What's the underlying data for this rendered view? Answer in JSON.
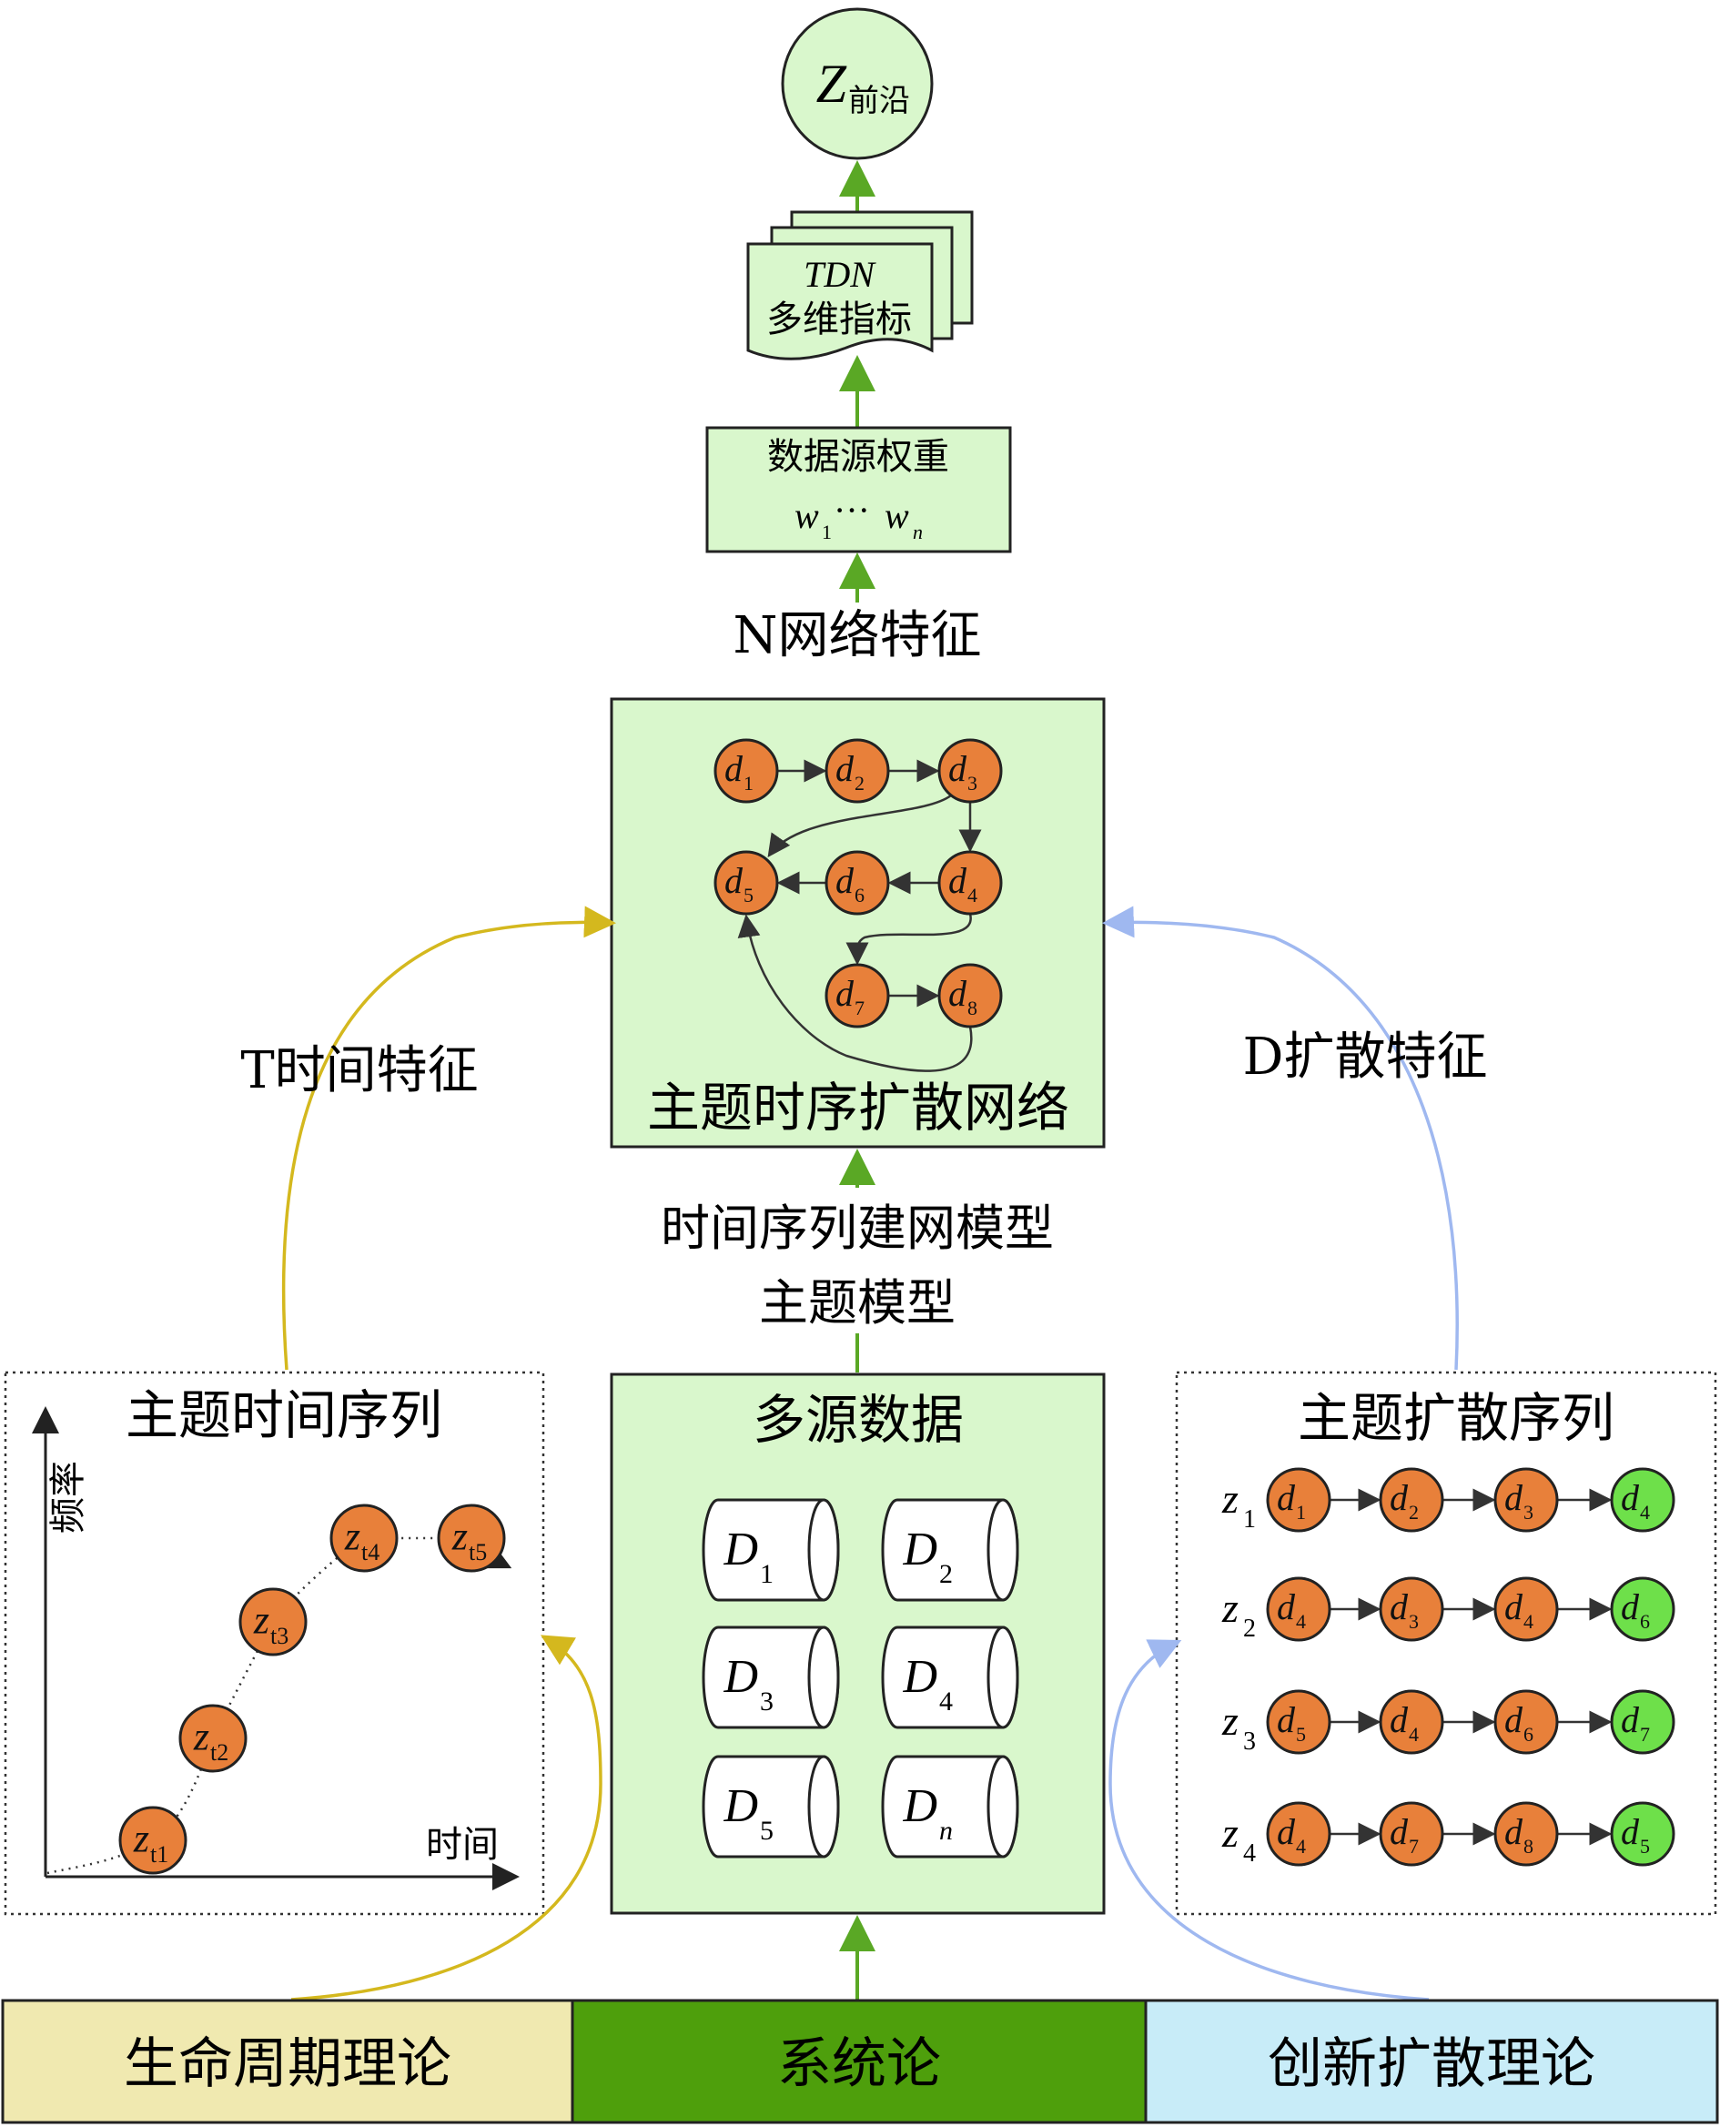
{
  "top": {
    "circle_main": "Z",
    "circle_sub": "前沿"
  },
  "tdn": {
    "line1": "TDN",
    "line2": "多维指标"
  },
  "weights": {
    "title": "数据源权重",
    "w": "w",
    "sub1": "1",
    "dots": "···",
    "subn": "n"
  },
  "labels": {
    "network_feature": "N网络特征",
    "time_feature": "T时间特征",
    "diffusion_feature": "D扩散特征",
    "model_line1": "时间序列建网模型",
    "model_line2": "主题模型"
  },
  "network": {
    "title": "主题时序扩散网络",
    "node_letter": "d",
    "nodes": [
      "1",
      "2",
      "3",
      "4",
      "5",
      "6",
      "7",
      "8"
    ]
  },
  "multisource": {
    "title": "多源数据",
    "db_letter": "D",
    "dbs": [
      "1",
      "2",
      "3",
      "4",
      "5",
      "n"
    ]
  },
  "time_series": {
    "title": "主题时间序列",
    "y_label": "频率",
    "x_label": "时间",
    "point_letter": "z",
    "points": [
      "t1",
      "t2",
      "t3",
      "t4",
      "t5"
    ]
  },
  "diffusion_series": {
    "title": "主题扩散序列",
    "row_letter": "z",
    "node_letter": "d",
    "rows": [
      {
        "label": "1",
        "nodes": [
          "1",
          "2",
          "3",
          "4"
        ]
      },
      {
        "label": "2",
        "nodes": [
          "4",
          "3",
          "4",
          "6"
        ]
      },
      {
        "label": "3",
        "nodes": [
          "5",
          "4",
          "6",
          "7"
        ]
      },
      {
        "label": "4",
        "nodes": [
          "4",
          "7",
          "8",
          "5"
        ]
      }
    ]
  },
  "theories": {
    "left": "生命周期理论",
    "middle": "系统论",
    "right": "创新扩散理论"
  },
  "colors": {
    "box_fill": "#d9f7cc",
    "node_orange": "#e8803a",
    "node_green": "#6ee04a",
    "arrow_green": "#5aa825",
    "arrow_yellow": "#d4b81e",
    "arrow_blue": "#9fb8f0",
    "theory_left": "#f0e9b0",
    "theory_middle": "#4e9f0c",
    "theory_right": "#c8ecf8"
  }
}
